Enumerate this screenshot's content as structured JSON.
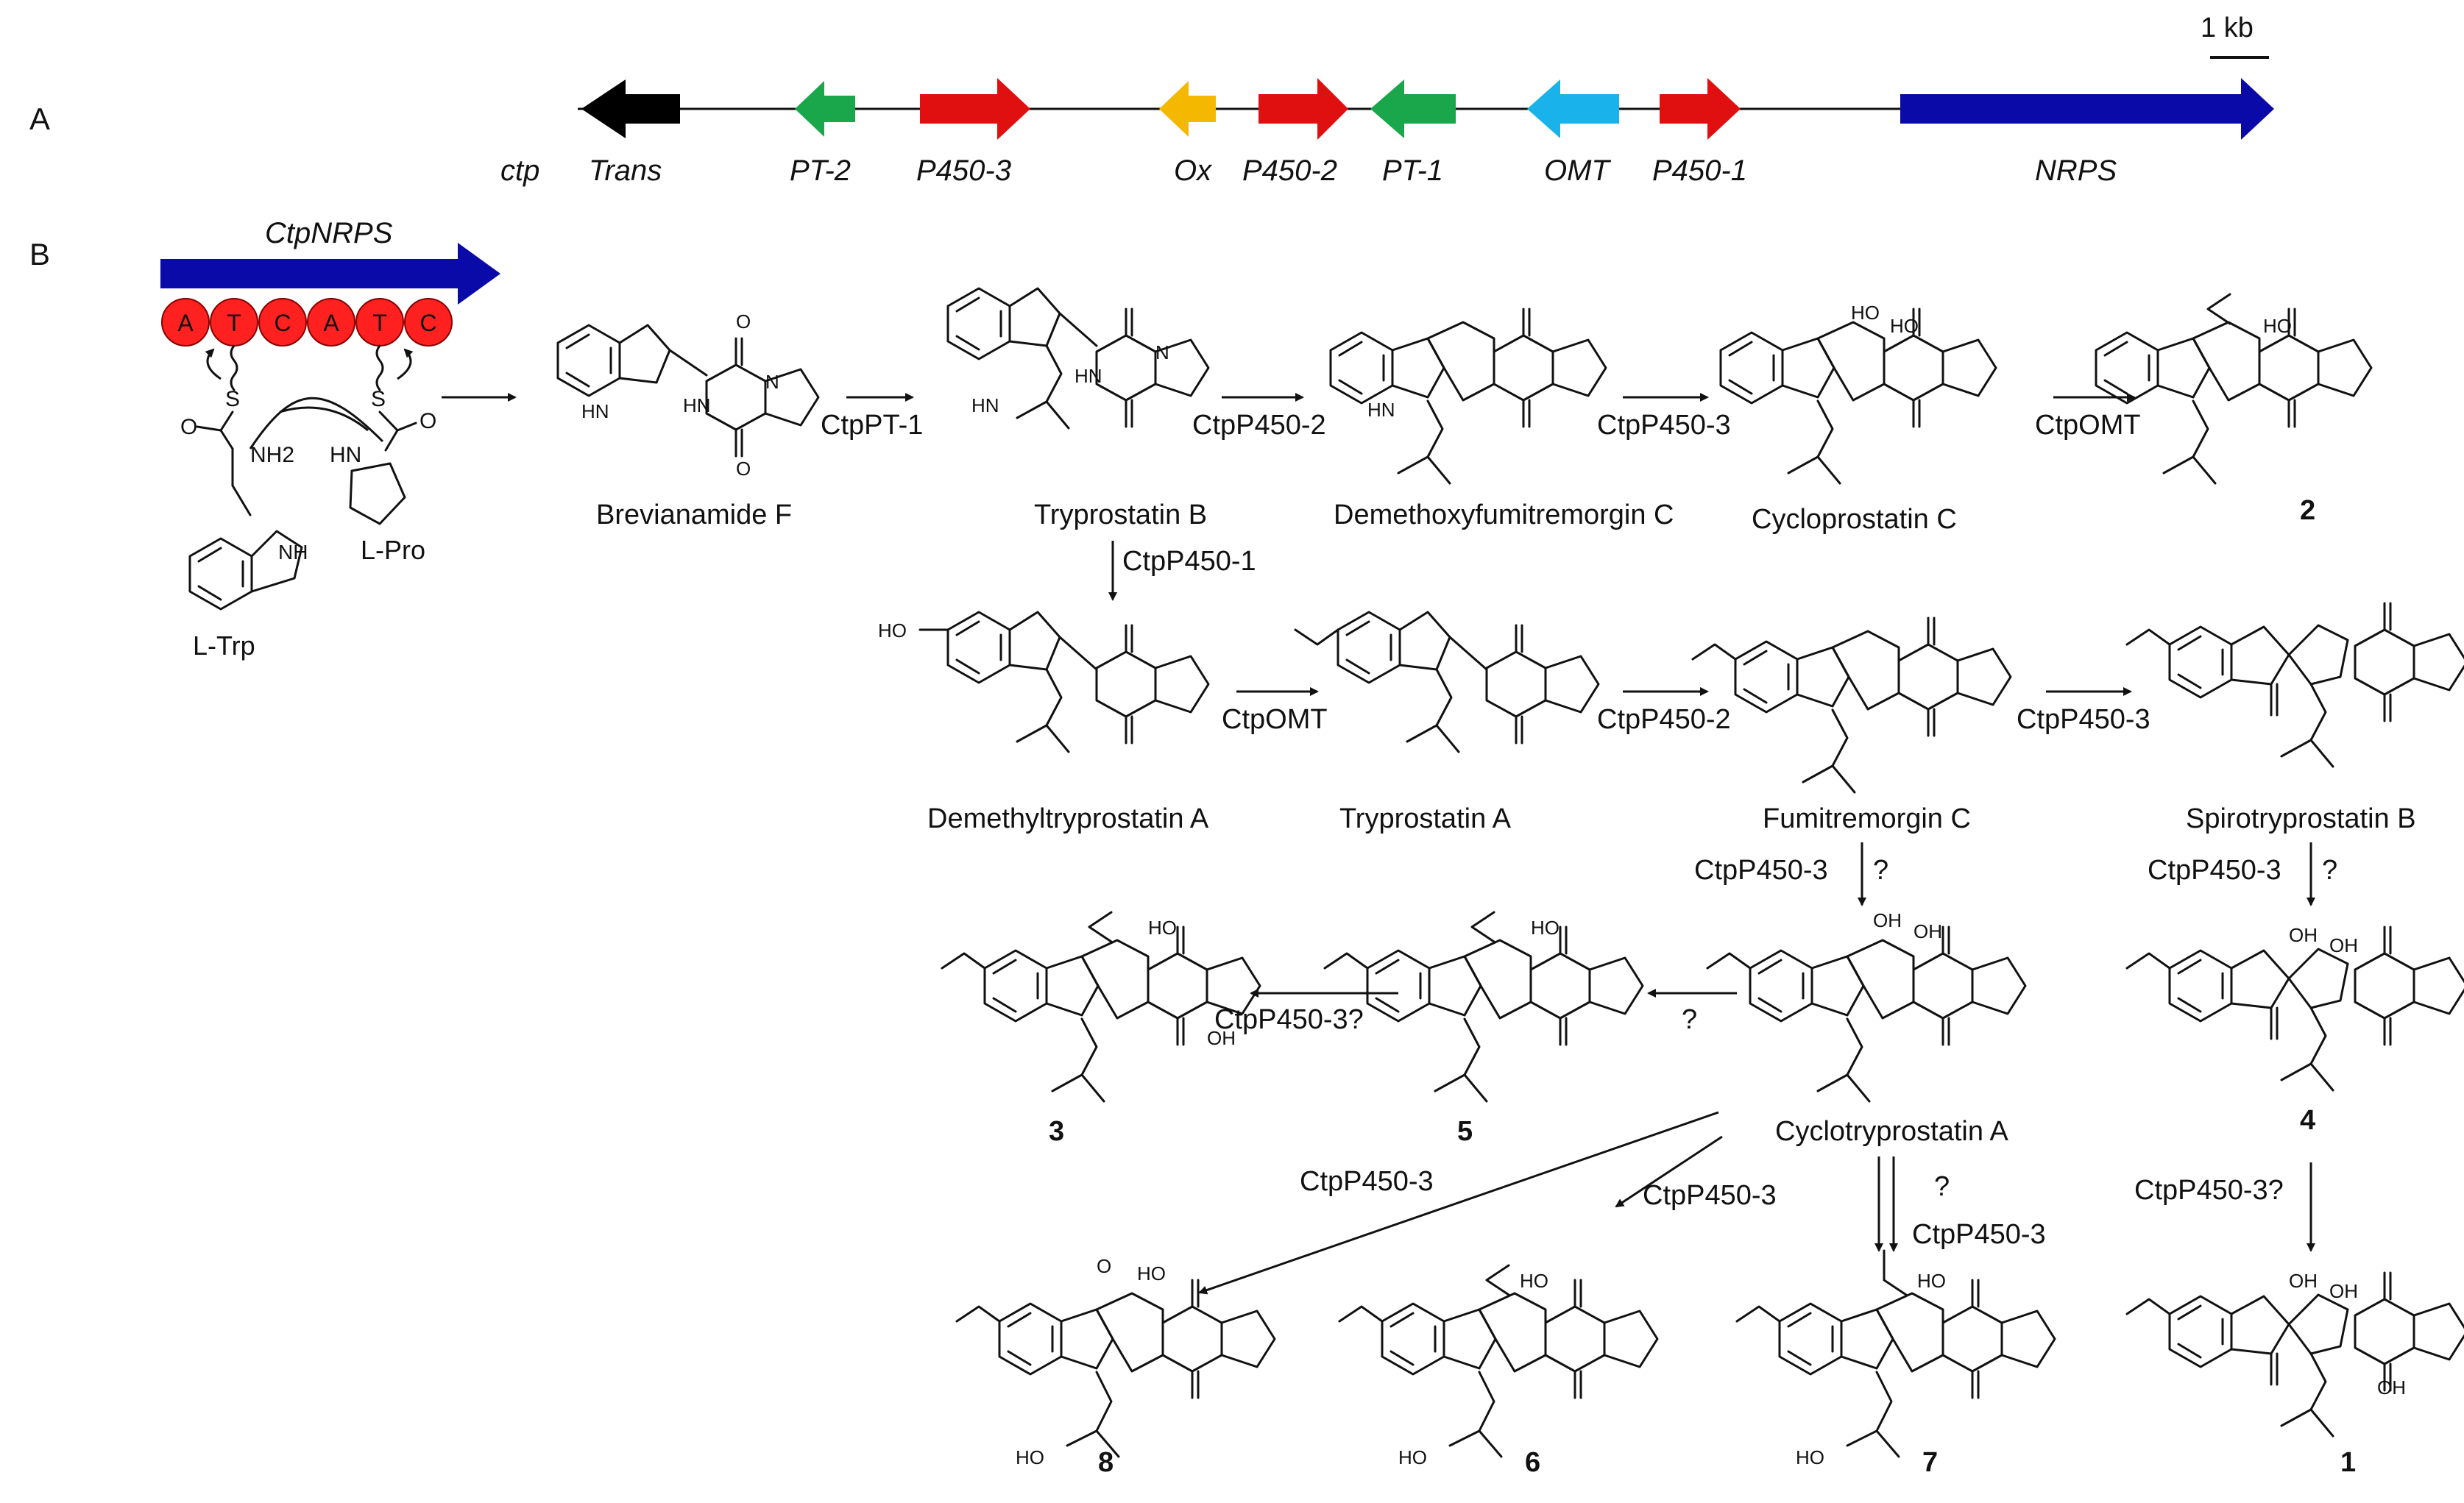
{
  "panel_a": {
    "label": "A",
    "scale_label": "1 kb",
    "cluster_prefix": "ctp",
    "genes": [
      {
        "name": "Trans",
        "color": "#000000",
        "dir": "left"
      },
      {
        "name": "PT-2",
        "color": "#1aa64a",
        "dir": "left"
      },
      {
        "name": "P450-3",
        "color": "#e01010",
        "dir": "right"
      },
      {
        "name": "Ox",
        "color": "#f5b800",
        "dir": "left"
      },
      {
        "name": "P450-2",
        "color": "#e01010",
        "dir": "right"
      },
      {
        "name": "PT-1",
        "color": "#1aa64a",
        "dir": "left"
      },
      {
        "name": "OMT",
        "color": "#1ab2ea",
        "dir": "left"
      },
      {
        "name": "P450-1",
        "color": "#e01010",
        "dir": "right"
      },
      {
        "name": "NRPS",
        "color": "#0a0aa8",
        "dir": "right"
      }
    ]
  },
  "panel_b": {
    "label": "B",
    "nrps_label": "CtpNRPS",
    "domains": [
      "A",
      "T",
      "C",
      "A",
      "T",
      "C"
    ],
    "substrates": {
      "trp": "L-Trp",
      "pro": "L-Pro",
      "nh2": "NH2",
      "nh": "NH",
      "hn": "HN",
      "s": "S",
      "o": "O"
    },
    "compounds": {
      "brevianamide_f": "Brevianamide F",
      "tryprostatin_b": "Tryprostatin B",
      "demethoxyfumitremorgin_c": "Demethoxyfumitremorgin C",
      "cycloprostatin_c": "Cycloprostatin C",
      "c2": "2",
      "demethyltryprostatin_a": "Demethyltryprostatin A",
      "tryprostatin_a": "Tryprostatin A",
      "fumitremorgin_c": "Fumitremorgin C",
      "spirotryprostatin_b": "Spirotryprostatin B",
      "c3": "3",
      "c5": "5",
      "cyclotryprostatin_a": "Cyclotryprostatin A",
      "c4": "4",
      "c8": "8",
      "c6": "6",
      "c7": "7",
      "c1": "1"
    },
    "enzymes": {
      "pt1": "CtpPT-1",
      "p450_2a": "CtpP450-2",
      "p450_3a": "CtpP450-3",
      "omt_a": "CtpOMT",
      "p450_1": "CtpP450-1",
      "omt_b": "CtpOMT",
      "p450_2b": "CtpP450-2",
      "p450_3b": "CtpP450-3",
      "p450_3c": "CtpP450-3",
      "q1": "?",
      "p450_3d": "CtpP450-3",
      "q2": "?",
      "q3": "?",
      "p450_3q": "CtpP450-3?",
      "p450_3e": "CtpP450-3",
      "p450_3f": "CtpP450-3",
      "q4": "?",
      "p450_3g": "CtpP450-3",
      "p450_3h": "CtpP450-3?"
    }
  }
}
